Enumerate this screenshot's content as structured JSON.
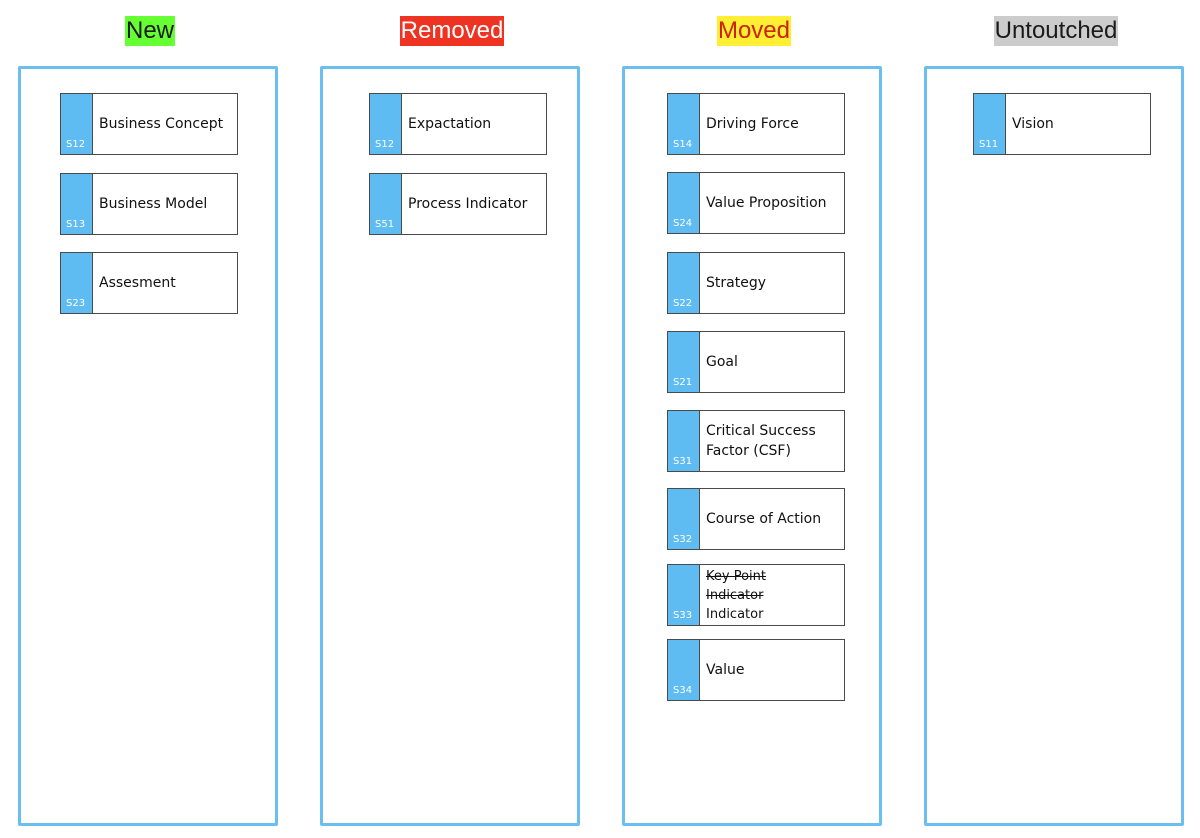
{
  "columns": [
    {
      "title": "New",
      "title_bg": "#66ff33",
      "cards": [
        {
          "code": "S12",
          "label": "Business Concept"
        },
        {
          "code": "S13",
          "label": "Business Model"
        },
        {
          "code": "S23",
          "label": "Assesment"
        }
      ]
    },
    {
      "title": "Removed",
      "title_bg": "#ee3322",
      "title_color": "#ffffff",
      "cards": [
        {
          "code": "S12",
          "label": "Expactation"
        },
        {
          "code": "S51",
          "label": "Process Indicator"
        }
      ]
    },
    {
      "title": "Moved",
      "title_bg": "#ffee33",
      "title_color": "#cc2200",
      "cards": [
        {
          "code": "S14",
          "label": "Driving Force"
        },
        {
          "code": "S24",
          "label": "Value Proposition"
        },
        {
          "code": "S22",
          "label": "Strategy"
        },
        {
          "code": "S21",
          "label": "Goal"
        },
        {
          "code": "S31",
          "label": "Critical Success Factor (CSF)"
        },
        {
          "code": "S32",
          "label": "Course of Action"
        },
        {
          "code": "S33",
          "label": "Indicator",
          "struck_label": "Key Point Indicator"
        },
        {
          "code": "S34",
          "label": "Value"
        }
      ]
    },
    {
      "title": "Untoutched",
      "title_bg": "#cccccc",
      "cards": [
        {
          "code": "S11",
          "label": "Vision"
        }
      ]
    }
  ],
  "colors": {
    "column_border": "#6bbff0",
    "card_tab": "#5fbcf2"
  }
}
